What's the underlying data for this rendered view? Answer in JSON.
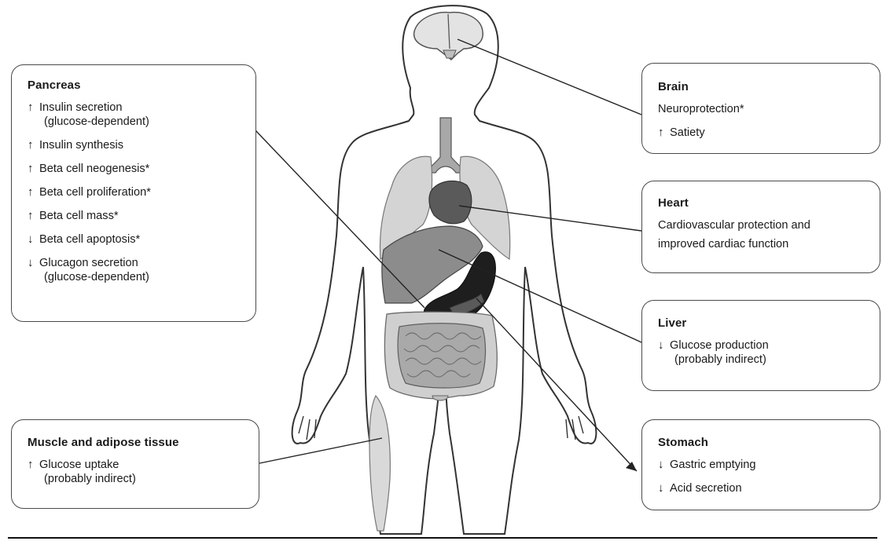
{
  "diagram": {
    "boxes": [
      {
        "id": "pancreas",
        "title": "Pancreas",
        "effects": [
          {
            "dir": "up",
            "text": "Insulin secretion",
            "sub": "(glucose-dependent)"
          },
          {
            "dir": "up",
            "text": "Insulin synthesis"
          },
          {
            "dir": "up",
            "text": "Beta cell neogenesis*"
          },
          {
            "dir": "up",
            "text": "Beta cell proliferation*"
          },
          {
            "dir": "up",
            "text": "Beta cell mass*"
          },
          {
            "dir": "down",
            "text": "Beta cell apoptosis*"
          },
          {
            "dir": "down",
            "text": "Glucagon secretion",
            "sub": "(glucose-dependent)"
          }
        ]
      },
      {
        "id": "muscle",
        "title": "Muscle and adipose tissue",
        "effects": [
          {
            "dir": "up",
            "text": "Glucose uptake",
            "sub": "(probably indirect)"
          }
        ]
      },
      {
        "id": "brain",
        "title": "Brain",
        "effects": [
          {
            "dir": "none",
            "text": "Neuroprotection*"
          },
          {
            "dir": "up",
            "text": "Satiety"
          }
        ]
      },
      {
        "id": "heart",
        "title": "Heart",
        "effects": [
          {
            "dir": "none",
            "text": "Cardiovascular protection and",
            "sub": "improved cardiac function"
          }
        ]
      },
      {
        "id": "liver",
        "title": "Liver",
        "effects": [
          {
            "dir": "down",
            "text": "Glucose production",
            "sub": "(probably indirect)"
          }
        ]
      },
      {
        "id": "stomach",
        "title": "Stomach",
        "effects": [
          {
            "dir": "down",
            "text": "Gastric emptying"
          },
          {
            "dir": "down",
            "text": "Acid secretion"
          }
        ]
      }
    ]
  },
  "arrows": {
    "up": "↑",
    "down": "↓"
  },
  "colors": {
    "outline": "#333333",
    "organ_light": "#d2d2d2",
    "organ_mid": "#8a8a8a",
    "organ_dark": "#4d4d4d",
    "organ_black": "#1c1c1c",
    "box_border": "#4a4a4a"
  }
}
